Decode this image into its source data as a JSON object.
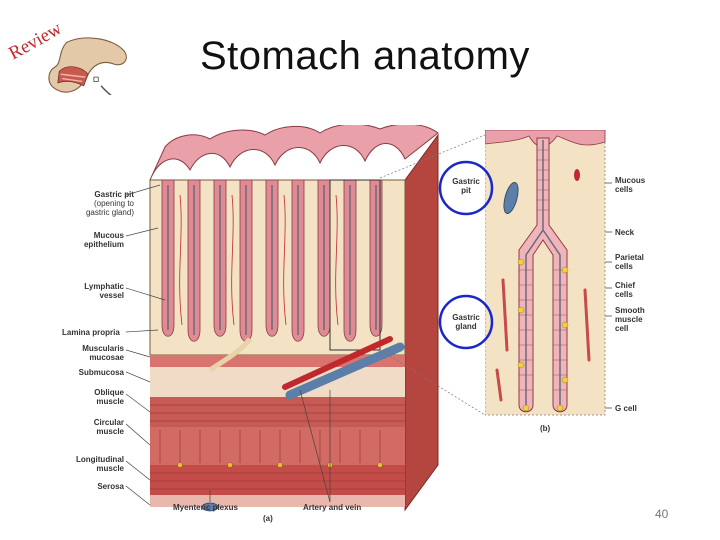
{
  "slide": {
    "title": "Stomach anatomy",
    "review_word": "Review",
    "page_number": "40"
  },
  "diagram_a": {
    "caption": "(a)",
    "labels": {
      "gastric_pit": "Gastric pit",
      "gastric_pit_sub": "(opening to\ngastric gland)",
      "mucous_epithelium": "Mucous\nepithelium",
      "lymphatic_vessel": "Lymphatic\nvessel",
      "lamina_propria": "Lamina propria",
      "muscularis_mucosae": "Muscularis\nmucosae",
      "submucosa": "Submucosa",
      "oblique_muscle": "Oblique\nmuscle",
      "circular_muscle": "Circular\nmuscle",
      "longitudinal_muscle": "Longitudinal\nmuscle",
      "serosa": "Serosa",
      "myenteric_plexus": "Myenteric plexus",
      "artery_and_vein": "Artery and vein"
    }
  },
  "diagram_b": {
    "caption": "(b)",
    "labels": {
      "gastric_pit": "Gastric\npit",
      "gastric_gland": "Gastric\ngland",
      "mucous_cells": "Mucous\ncells",
      "neck": "Neck",
      "parietal_cells": "Parietal\ncells",
      "chief_cells": "Chief\ncells",
      "smooth_muscle_cell": "Smooth\nmuscle\ncell",
      "g_cell": "G cell"
    }
  },
  "colors": {
    "mucosa_pink": "#e9a0a8",
    "lamina_cream": "#f3e2c4",
    "muscle_red": "#c84b4b",
    "circle_blue": "#1a27c9",
    "vein_blue": "#5b7fa8"
  }
}
